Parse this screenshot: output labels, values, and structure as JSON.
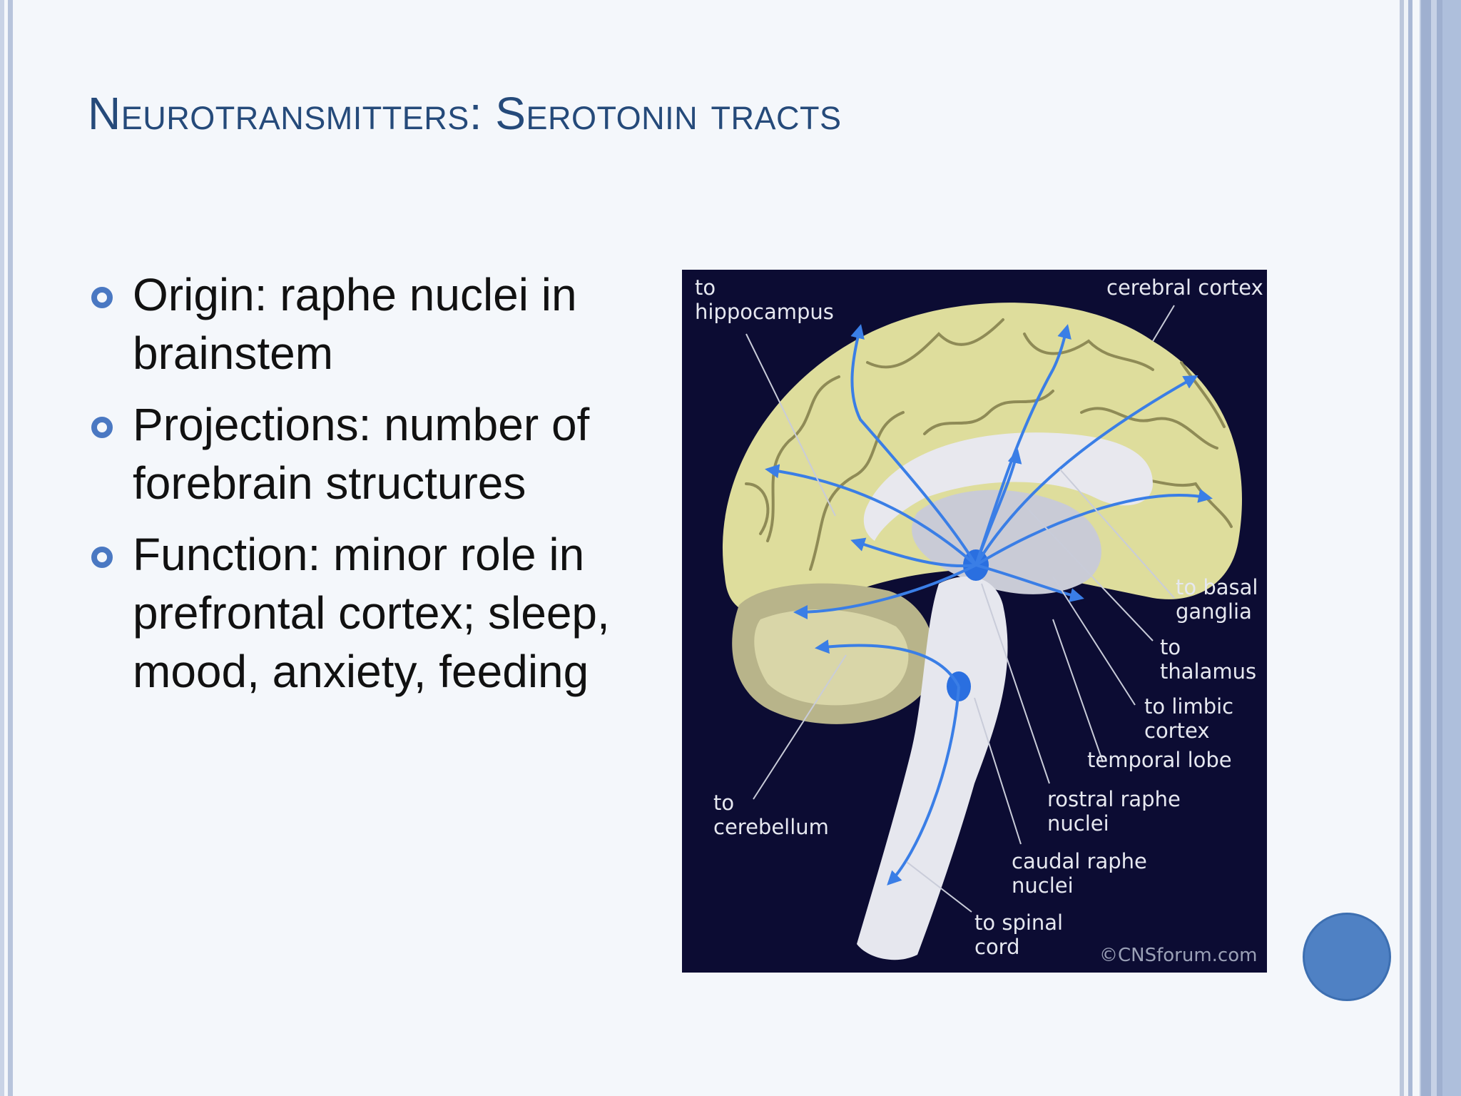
{
  "slide": {
    "title": "Neurotransmitters: Serotonin tracts",
    "bullets": [
      "Origin: raphe nuclei in brainstem",
      "Projections: number of forebrain structures",
      "Function: minor role in prefrontal cortex; sleep, mood, anxiety, feeding"
    ]
  },
  "figure": {
    "labels": {
      "to_hippocampus": "to\nhippocampus",
      "cerebral_cortex": "cerebral cortex",
      "to_basal_ganglia": "to basal\nganglia",
      "to_thalamus": "to\nthalamus",
      "to_limbic_cortex": "to limbic\ncortex",
      "temporal_lobe": "temporal lobe",
      "rostral_raphe_nuclei": "rostral raphe\nnuclei",
      "caudal_raphe_nuclei": "caudal raphe\nnuclei",
      "to_spinal_cord": "to spinal\ncord",
      "to_cerebellum": "to\ncerebellum"
    },
    "copyright": "©CNSforum.com"
  },
  "colors": {
    "title": "#254a7a",
    "bullet_accent": "#4a78c2",
    "figure_background": "#0c0c33",
    "cortex": "#dedd9c",
    "pathway": "#3a7ee6"
  }
}
